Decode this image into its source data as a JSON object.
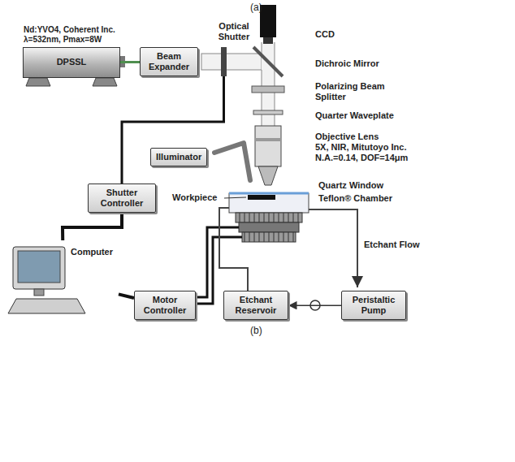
{
  "diagram": {
    "nodes": [
      {
        "text": [
          "Nd:YVO4, Coherent Inc. λ=532nm, Pmax=8W",
          "DPSSL"
        ]
      },
      {
        "text": [
          "Beam Expander"
        ]
      },
      {
        "text": [
          "Shutter Controller"
        ]
      },
      {
        "text": [
          "Illuminator"
        ]
      },
      {
        "text": [
          "Computer"
        ]
      },
      {
        "text": [
          "Motor Controller"
        ]
      },
      {
        "text": [
          "Etchant Reservoir"
        ]
      },
      {
        "text": [
          "Peristaltic Pump"
        ]
      }
    ],
    "edges": [
      {
        "from": 0,
        "to": 1,
        "arrow": "none"
      },
      {
        "from": 2,
        "to": 4,
        "arrow": "none"
      },
      {
        "from": 4,
        "to": 5,
        "arrow": "none"
      },
      {
        "from": 7,
        "to": 6,
        "arrow": "to"
      }
    ],
    "labels": [
      "(a)",
      "Optical Shutter",
      "CCD",
      "Dichroic Mirror",
      "Polarizing Beam Splitter",
      "Quarter Waveplate",
      "Objective Lens",
      "5X, NIR, Mitutoyo Inc.",
      "N.A.=0.14, DOF=14μm",
      "Quartz Window",
      "Teflon® Chamber",
      "Workpiece",
      "Etchant Flow",
      "(b)"
    ]
  }
}
